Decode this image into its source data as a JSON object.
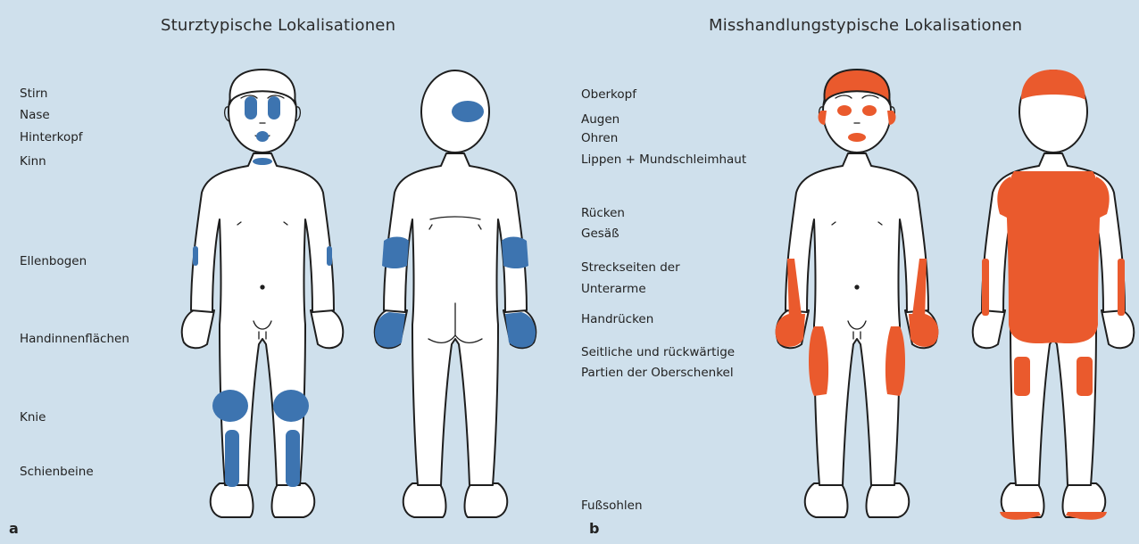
{
  "panel_a": {
    "title": "Sturztypische Lokalisationen",
    "sublabel": "a",
    "labels": [
      "Stirn",
      "Nase",
      "Hinterkopf",
      "Kinn",
      "Ellenbogen",
      "Handinnenflächen",
      "Knie",
      "Schienbeine"
    ]
  },
  "panel_b": {
    "title": "Misshandlungstypische Lokalisationen",
    "sublabel": "b",
    "labels": [
      "Oberkopf",
      "Augen",
      "Ohren",
      "Lippen + Mundschleimhaut",
      "Rücken",
      "Gesäß",
      "Streckseiten der",
      "Unterarme",
      "Handrücken",
      "Seitliche und rückwärtige",
      "Partien der Oberschenkel",
      "Fußsohlen"
    ]
  },
  "colors": {
    "background": "#cfe0ec",
    "fall_marking": "#3d74b0",
    "abuse_marking": "#ea5a2d",
    "body_fill": "#ffffff",
    "outline": "#1e1e1e"
  }
}
